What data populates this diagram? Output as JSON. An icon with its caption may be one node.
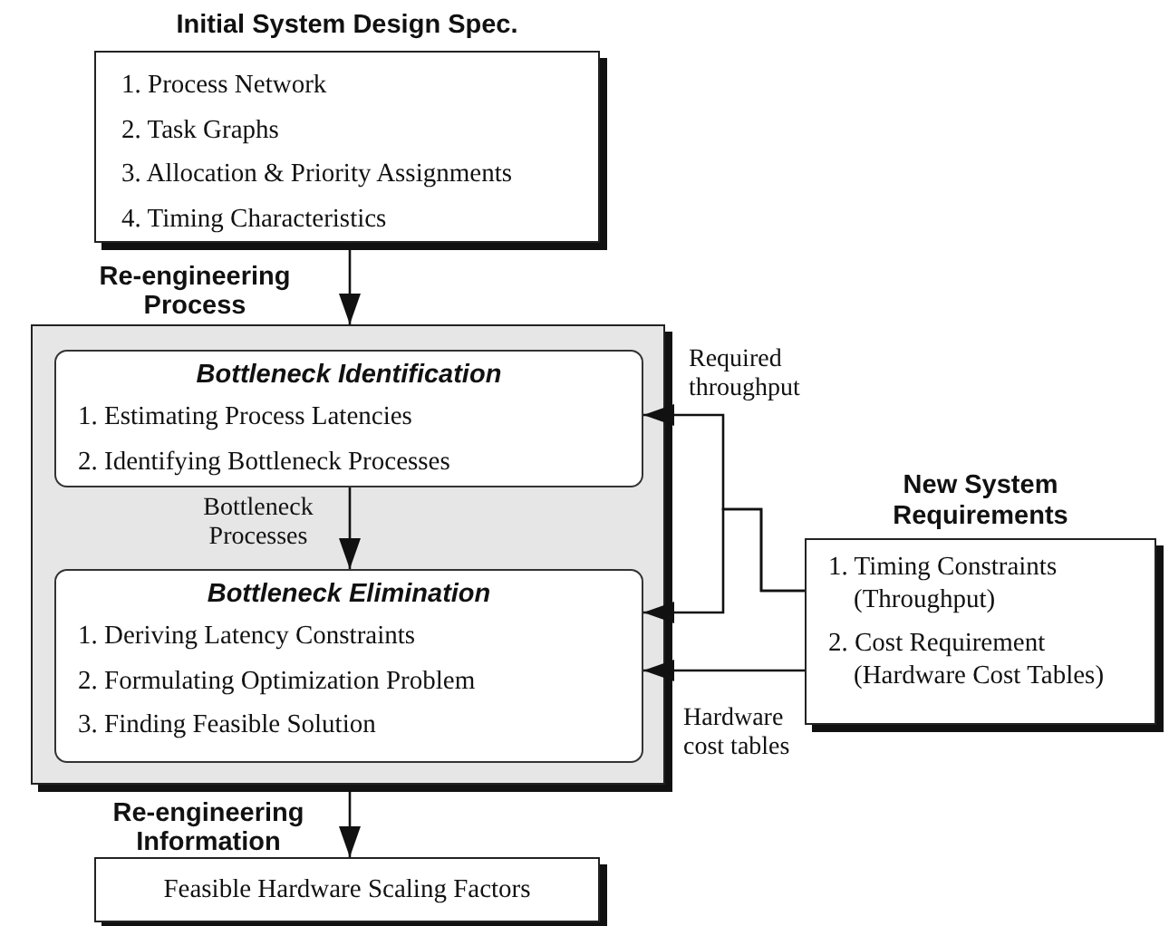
{
  "diagram": {
    "nodes": [
      {
        "text": [
          "Initial System Design Spec.",
          "1. Process Network",
          "2. Task Graphs",
          "3. Allocation & Priority Assignments",
          "4. Timing Characteristics"
        ]
      },
      {
        "text": [],
        "shape": "box"
      },
      {
        "text": [
          "Bottleneck Identification",
          "1. Estimating Process Latencies",
          "2. Identifying Bottleneck Processes"
        ],
        "in": 1
      },
      {
        "text": [
          "Bottleneck Elimination",
          "1. Deriving Latency Constraints",
          "2. Formulating Optimization Problem",
          "3. Finding Feasible Solution"
        ],
        "in": 1
      },
      {
        "text": [
          "Feasible Hardware Scaling Factors"
        ]
      },
      {
        "text": [
          "New System Requirements",
          "1. Timing Constraints (Throughput)",
          "2. Cost Requirement (Hardware Cost Tables)"
        ]
      }
    ],
    "edges": [
      {
        "from": 0,
        "to": 1,
        "arrow": "to",
        "label": "Re-engineering Process"
      },
      {
        "from": 2,
        "to": 3,
        "arrow": "to",
        "label": "Bottleneck Processes"
      },
      {
        "from": 1,
        "to": 4,
        "arrow": "to",
        "label": "Re-engineering Information"
      },
      {
        "from": 5,
        "to": 2,
        "arrow": "to",
        "label": "Required throughput"
      },
      {
        "from": 5,
        "to": 3,
        "arrow": "to"
      },
      {
        "from": 5,
        "to": 3,
        "arrow": "to",
        "label": "Hardware cost tables"
      }
    ]
  }
}
